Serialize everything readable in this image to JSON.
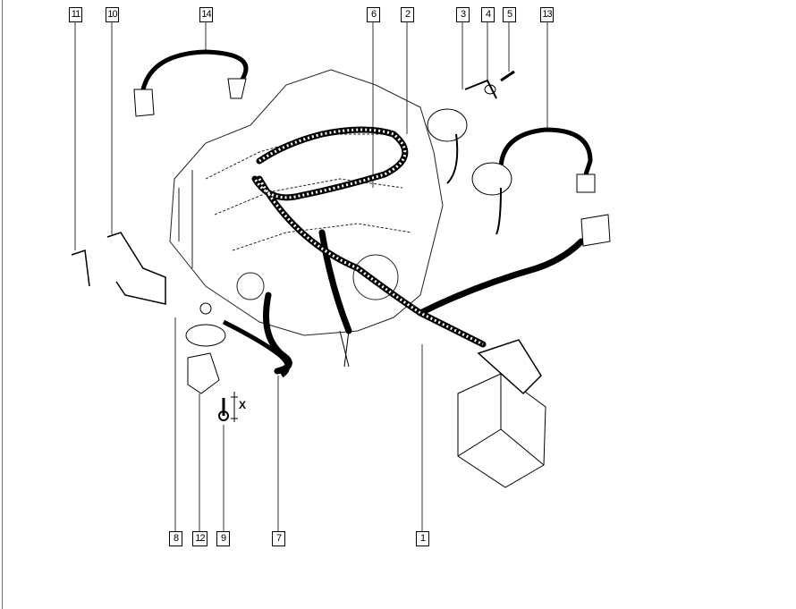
{
  "diagram": {
    "callouts_top": [
      "11",
      "10",
      "14",
      "6",
      "2",
      "3",
      "4",
      "5",
      "13"
    ],
    "callouts_bottom": [
      "8",
      "12",
      "9",
      "7",
      "1"
    ],
    "dimension_label": "X"
  }
}
